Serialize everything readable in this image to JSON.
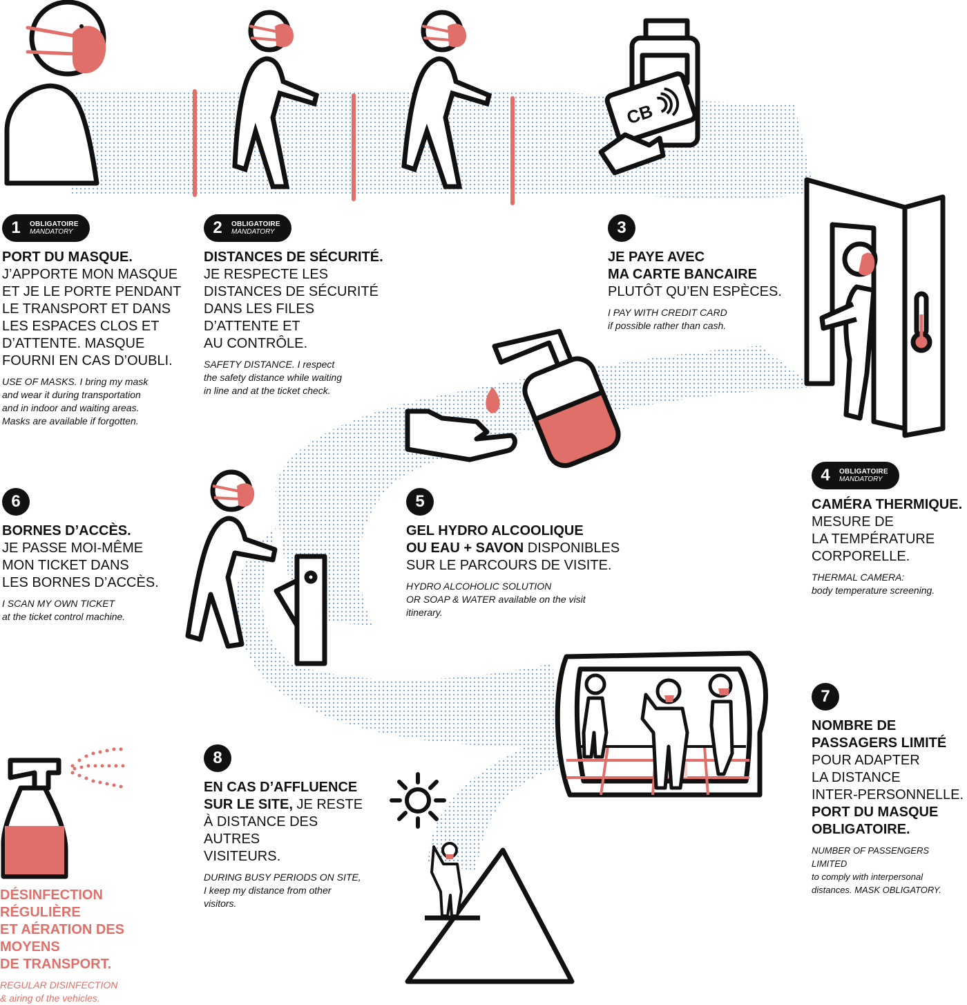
{
  "colors": {
    "accent": "#e06f69",
    "ink": "#111111",
    "path_dots": "#7fa8cf"
  },
  "icons": [
    "masked-face-icon",
    "walking-person-icon",
    "card-terminal-icon",
    "thermal-door-icon",
    "hand-sanitizer-icon",
    "ticket-gate-icon",
    "cable-car-icon",
    "mountain-icon",
    "sun-icon",
    "spray-bottle-icon"
  ],
  "steps": {
    "s1": {
      "num": "1",
      "badge1": "OBLIGATOIRE",
      "badge2": "MANDATORY",
      "fr_bold": "PORT DU MASQUE.",
      "fr": [
        "J’APPORTE MON MASQUE",
        "ET JE LE PORTE PENDANT",
        "LE TRANSPORT ET DANS",
        "LES ESPACES CLOS ET",
        "D’ATTENTE. MASQUE",
        "FOURNI EN CAS D’OUBLI."
      ],
      "en": [
        "USE OF MASKS. I bring my mask",
        "and wear it during transportation",
        "and in indoor and waiting areas.",
        "Masks are available if forgotten."
      ]
    },
    "s2": {
      "num": "2",
      "badge1": "OBLIGATOIRE",
      "badge2": "MANDATORY",
      "fr_bold": "DISTANCES DE SÉCURITÉ.",
      "fr": [
        "JE RESPECTE LES",
        "DISTANCES DE SÉCURITÉ",
        "DANS LES FILES",
        "D’ATTENTE ET",
        "AU CONTRÔLE."
      ],
      "en": [
        "SAFETY DISTANCE. I respect",
        "the safety distance while waiting",
        "in line and at the ticket check."
      ]
    },
    "s3": {
      "num": "3",
      "fr_bold1": "JE PAYE AVEC",
      "fr_bold2": "MA CARTE BANCAIRE",
      "fr": [
        "PLUTÔT QU’EN ESPÈCES."
      ],
      "en": [
        "I PAY WITH CREDIT CARD",
        "if possible rather than cash."
      ]
    },
    "s4": {
      "num": "4",
      "badge1": "OBLIGATOIRE",
      "badge2": "MANDATORY",
      "fr_bold": "CAMÉRA THERMIQUE.",
      "fr": [
        "MESURE DE",
        "LA TEMPÉRATURE",
        "CORPORELLE."
      ],
      "en": [
        "THERMAL CAMERA:",
        "body temperature screening."
      ]
    },
    "s5": {
      "num": "5",
      "fr_bold1": "GEL HYDRO ALCOOLIQUE",
      "fr_bold2": "OU EAU + SAVON",
      "fr_after": " DISPONIBLES",
      "fr": [
        "SUR LE PARCOURS DE VISITE."
      ],
      "en": [
        "HYDRO ALCOHOLIC SOLUTION",
        "OR SOAP & WATER available on the visit",
        "itinerary."
      ]
    },
    "s6": {
      "num": "6",
      "fr_bold": "BORNES D’ACCÈS.",
      "fr": [
        "JE PASSE MOI-MÊME",
        "MON TICKET DANS",
        "LES BORNES D’ACCÈS."
      ],
      "en": [
        "I SCAN MY OWN TICKET",
        "at the ticket control machine."
      ]
    },
    "s7": {
      "num": "7",
      "fr_bold1": "NOMBRE DE",
      "fr_bold2": "PASSAGERS LIMITÉ",
      "fr": [
        "POUR ADAPTER",
        "LA DISTANCE",
        "INTER-PERSONNELLE."
      ],
      "fr_bold3": "PORT DU MASQUE",
      "fr_bold4": "OBLIGATOIRE.",
      "en": [
        "NUMBER OF PASSENGERS LIMITED",
        "to comply with interpersonal",
        "distances. MASK OBLIGATORY."
      ]
    },
    "s8": {
      "num": "8",
      "fr_bold1": "EN CAS D’AFFLUENCE",
      "fr_bold2": "SUR LE SITE,",
      "fr_after": " JE RESTE",
      "fr": [
        "À DISTANCE DES AUTRES",
        "VISITEURS."
      ],
      "en": [
        "DURING BUSY PERIODS ON SITE,",
        "I keep my distance from other",
        "visitors."
      ]
    },
    "disinfect": {
      "fr": [
        "DÉSINFECTION RÉGULIÈRE",
        "ET AÉRATION DES MOYENS",
        "DE TRANSPORT."
      ],
      "en": [
        "REGULAR DISINFECTION",
        "& airing of the vehicles."
      ]
    }
  }
}
